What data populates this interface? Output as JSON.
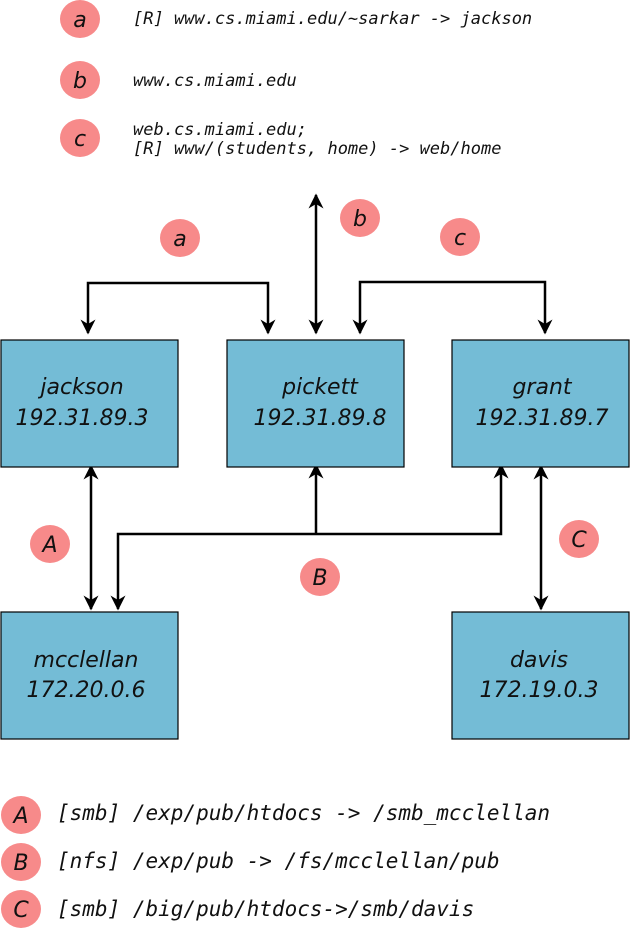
{
  "legend_top": {
    "a": {
      "badge": "a",
      "text": "[R] www.cs.miami.edu/~sarkar -> jackson"
    },
    "b": {
      "badge": "b",
      "text": "www.cs.miami.edu"
    },
    "c": {
      "badge": "c",
      "line1": "web.cs.miami.edu;",
      "line2": "[R] www/(students, home) -> web/home"
    }
  },
  "connection_badges": {
    "a": "a",
    "b": "b",
    "c": "c",
    "A": "A",
    "B": "B",
    "C": "C"
  },
  "nodes": {
    "jackson": {
      "name": "jackson",
      "ip": "192.31.89.3"
    },
    "pickett": {
      "name": "pickett",
      "ip": "192.31.89.8"
    },
    "grant": {
      "name": "grant",
      "ip": "192.31.89.7"
    },
    "mcclellan": {
      "name": "mcclellan",
      "ip": "172.20.0.6"
    },
    "davis": {
      "name": "davis",
      "ip": "172.19.0.3"
    }
  },
  "legend_bottom": {
    "A": {
      "badge": "A",
      "text": "[smb] /exp/pub/htdocs -> /smb_mcclellan"
    },
    "B": {
      "badge": "B",
      "text": "[nfs] /exp/pub -> /fs/mcclellan/pub"
    },
    "C": {
      "badge": "C",
      "text": "[smb] /big/pub/htdocs->/smb/davis"
    }
  },
  "colors": {
    "node_fill": "#74bcd6",
    "badge_fill": "#f78a8a",
    "line": "#000000"
  }
}
